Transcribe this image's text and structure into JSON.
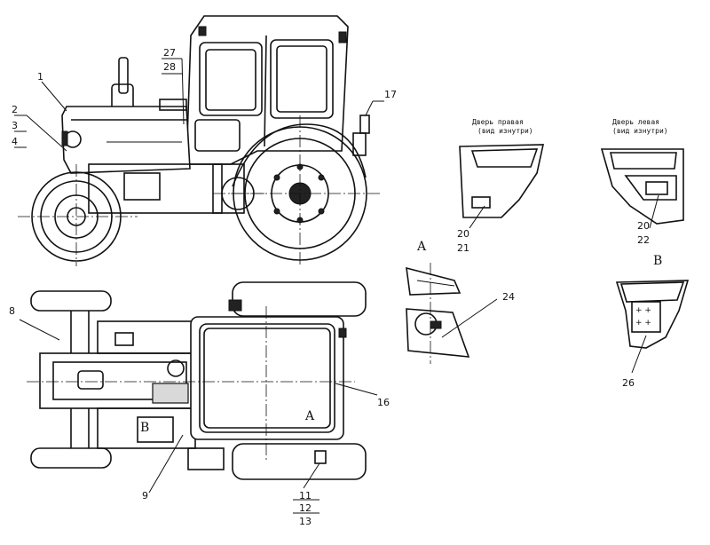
{
  "callouts": {
    "c1": "1",
    "c2": "2",
    "c3": "3",
    "c4": "4",
    "c8": "8",
    "c9": "9",
    "c11": "11",
    "c12": "12",
    "c13": "13",
    "c16": "16",
    "c17": "17",
    "c20a": "20",
    "c21": "21",
    "c20b": "20",
    "c22": "22",
    "c24": "24",
    "c26": "26",
    "c27": "27",
    "c28": "28"
  },
  "captions": {
    "right_door_line1": "Дверь правая",
    "right_door_line2": "(вид изнутри)",
    "left_door_line1": "Дверь левая",
    "left_door_line2": "(вид изнутри)"
  },
  "view_letters": {
    "view_a_title": "A",
    "view_b_title": "B",
    "view_a_marker": "A",
    "view_b_marker": "B"
  }
}
